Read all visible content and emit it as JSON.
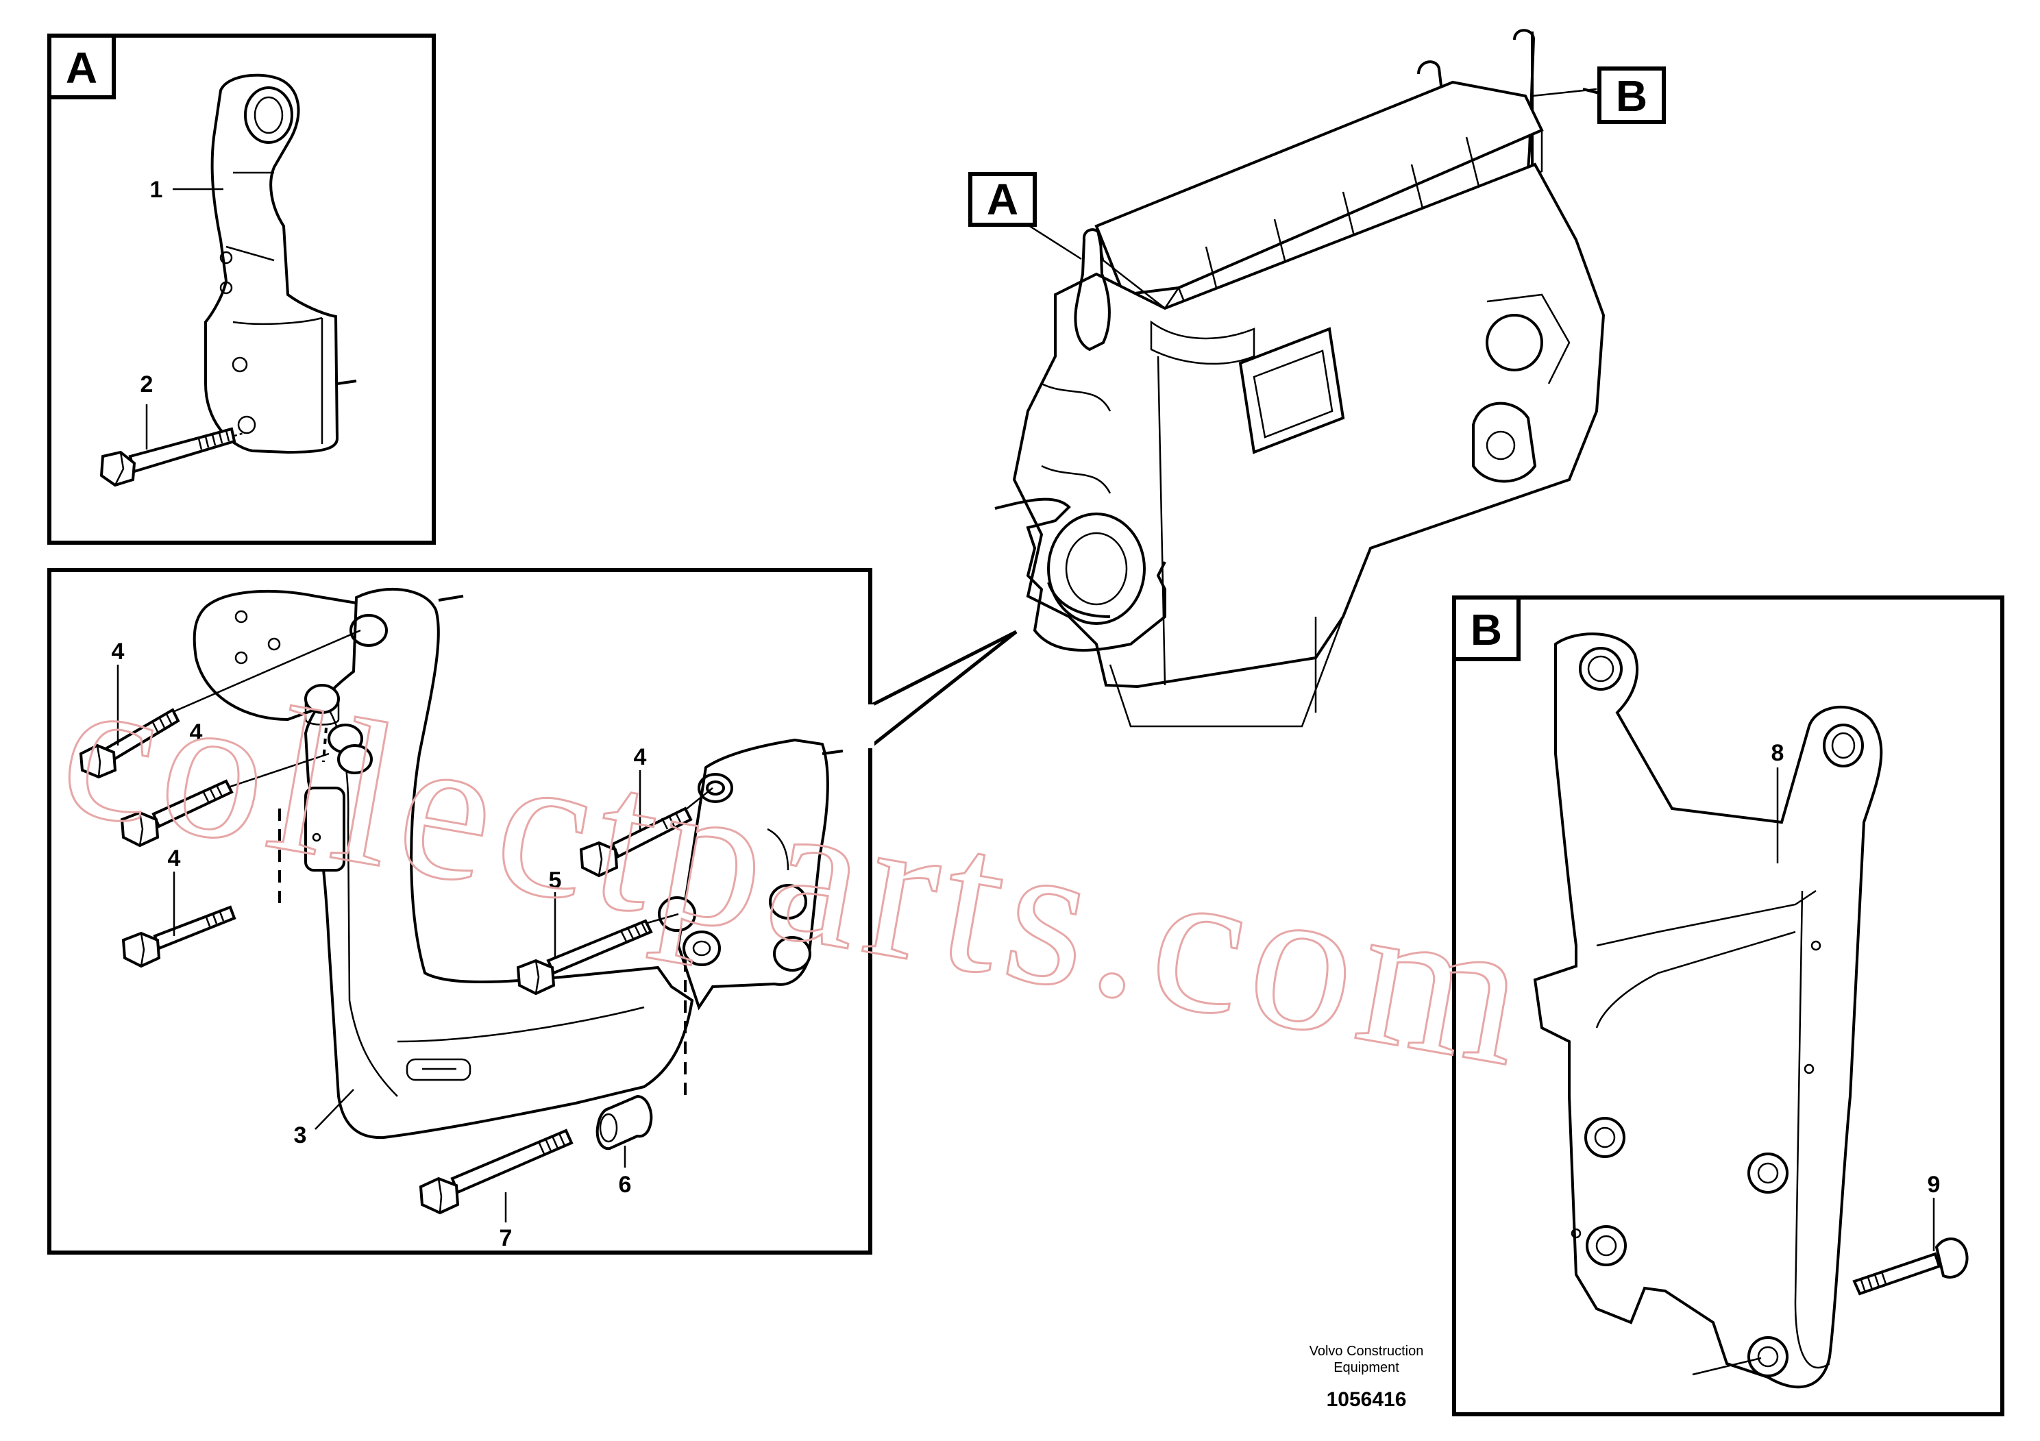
{
  "views": {
    "a": {
      "letter": "A",
      "callouts": [
        "1",
        "2"
      ]
    },
    "main": {
      "callouts": [
        "4",
        "4",
        "4",
        "4",
        "5",
        "3",
        "6",
        "7"
      ]
    },
    "b": {
      "letter": "B",
      "callouts": [
        "8",
        "9"
      ]
    },
    "engine": {
      "marker_a": "A",
      "marker_b": "B"
    }
  },
  "partial_label": "4",
  "watermark": "collectparts.com",
  "caption": {
    "line1": "Volvo Construction",
    "line2": "Equipment",
    "number": "1056416"
  },
  "colors": {
    "line": "#000000",
    "watermark": "#e7a7a7",
    "background": "#ffffff"
  }
}
